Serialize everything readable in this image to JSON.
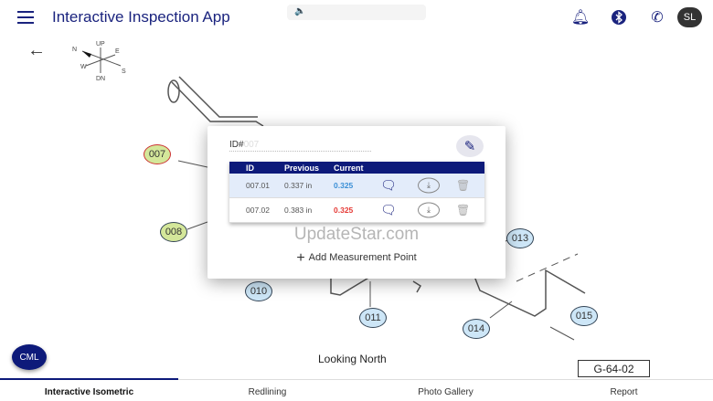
{
  "header": {
    "title": "Interactive Inspection App",
    "volume_icon": "🔈",
    "avatar": "SL"
  },
  "compass": {
    "up": "UP",
    "down": "DN",
    "n": "N",
    "e": "E",
    "s": "S",
    "w": "W"
  },
  "nodes": [
    "007",
    "008",
    "010",
    "011",
    "013",
    "014",
    "015"
  ],
  "dialog": {
    "id_label": "ID#",
    "id_value": "007",
    "columns": [
      "ID",
      "Previous",
      "Current"
    ],
    "rows": [
      {
        "id": "007.01",
        "previous": "0.337 in",
        "current": "0.325",
        "current_color": "#3b8fd6"
      },
      {
        "id": "007.02",
        "previous": "0.383 in",
        "current": "0.325",
        "current_color": "#e53935"
      }
    ],
    "add_label": "Add Measurement Point"
  },
  "watermark": "UpdateStar.com",
  "cml_button": "CML",
  "view_label": "Looking North",
  "sheet_id": "G-64-02",
  "tabs": [
    {
      "label": "Interactive Isometric",
      "active": true
    },
    {
      "label": "Redlining"
    },
    {
      "label": "Photo Gallery"
    },
    {
      "label": "Report"
    }
  ]
}
